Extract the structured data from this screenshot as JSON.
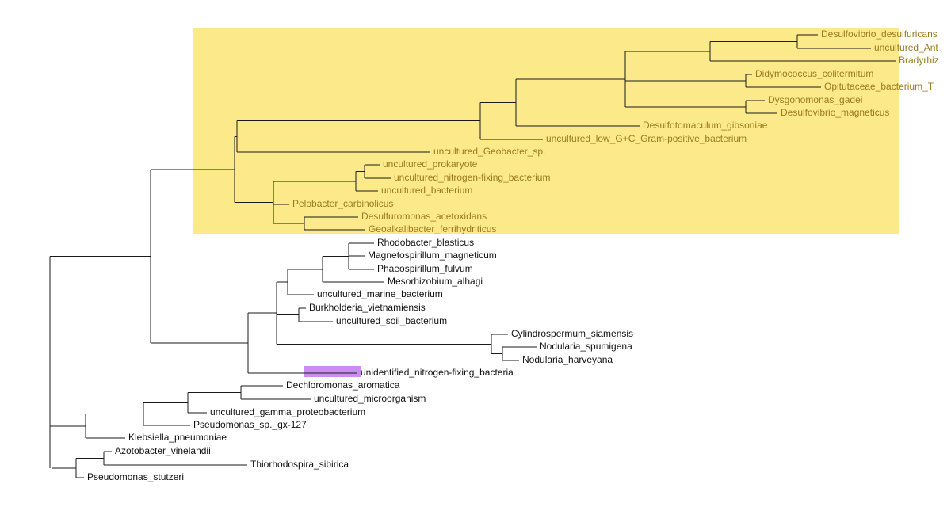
{
  "colors": {
    "highlight_clade_bg": "#fce98a",
    "highlight_clade_text": "#9a7b1d",
    "highlight_clade_line": "#9a7b1d",
    "query_marker": "#c98ef0",
    "text": "#111111",
    "line": "#1a1a1a"
  },
  "leaves": [
    {
      "id": "L1",
      "label": "Desulfovibrio_desulfuricans",
      "clade": "highlight"
    },
    {
      "id": "L2",
      "label": "uncultured_Ant",
      "clade": "highlight"
    },
    {
      "id": "L3",
      "label": "Bradyrhiz",
      "clade": "highlight"
    },
    {
      "id": "L4",
      "label": "Didymococcus_colitermitum",
      "clade": "highlight"
    },
    {
      "id": "L5",
      "label": "Opitutaceae_bacterium_T",
      "clade": "highlight"
    },
    {
      "id": "L6",
      "label": "Dysgonomonas_gadei",
      "clade": "highlight"
    },
    {
      "id": "L7",
      "label": "Desulfovibrio_magneticus",
      "clade": "highlight"
    },
    {
      "id": "L8",
      "label": "Desulfotomaculum_gibsoniae",
      "clade": "highlight"
    },
    {
      "id": "L9",
      "label": "uncultured_low_G+C_Gram-positive_bacterium",
      "clade": "highlight"
    },
    {
      "id": "L10",
      "label": "uncultured_Geobacter_sp.",
      "clade": "highlight"
    },
    {
      "id": "L11",
      "label": "uncultured_prokaryote",
      "clade": "highlight"
    },
    {
      "id": "L12",
      "label": "uncultured_nitrogen-fixing_bacterium",
      "clade": "highlight"
    },
    {
      "id": "L13",
      "label": "uncultured_bacterium",
      "clade": "highlight"
    },
    {
      "id": "L14",
      "label": "Pelobacter_carbinolicus",
      "clade": "highlight"
    },
    {
      "id": "L15",
      "label": "Desulfuromonas_acetoxidans",
      "clade": "highlight"
    },
    {
      "id": "L16",
      "label": "Geoalkalibacter_ferrihydriticus",
      "clade": "highlight"
    },
    {
      "id": "L17",
      "label": "Rhodobacter_blasticus",
      "clade": "normal"
    },
    {
      "id": "L18",
      "label": "Magnetospirillum_magneticum",
      "clade": "normal"
    },
    {
      "id": "L19",
      "label": "Phaeospirillum_fulvum",
      "clade": "normal"
    },
    {
      "id": "L20",
      "label": "Mesorhizobium_alhagi",
      "clade": "normal"
    },
    {
      "id": "L21",
      "label": "uncultured_marine_bacterium",
      "clade": "normal"
    },
    {
      "id": "L22",
      "label": "Burkholderia_vietnamiensis",
      "clade": "normal"
    },
    {
      "id": "L23",
      "label": "uncultured_soil_bacterium",
      "clade": "normal"
    },
    {
      "id": "L24",
      "label": "Cylindrospermum_siamensis",
      "clade": "normal"
    },
    {
      "id": "L25",
      "label": "Nodularia_spumigena",
      "clade": "normal"
    },
    {
      "id": "L26",
      "label": "Nodularia_harveyana",
      "clade": "normal"
    },
    {
      "id": "L27",
      "label": "unidentified_nitrogen-fixing_bacteria",
      "clade": "query"
    },
    {
      "id": "L28",
      "label": "Dechloromonas_aromatica",
      "clade": "normal"
    },
    {
      "id": "L29",
      "label": "uncultured_microorganism",
      "clade": "normal"
    },
    {
      "id": "L30",
      "label": "uncultured_gamma_proteobacterium",
      "clade": "normal"
    },
    {
      "id": "L31",
      "label": "Pseudomonas_sp._gx-127",
      "clade": "normal"
    },
    {
      "id": "L32",
      "label": "Klebsiella_pneumoniae",
      "clade": "normal"
    },
    {
      "id": "L33",
      "label": "Azotobacter_vinelandii",
      "clade": "normal"
    },
    {
      "id": "L34",
      "label": "Thiorhodospira_sibirica",
      "clade": "normal"
    },
    {
      "id": "L35",
      "label": "Pseudomonas_stutzeri",
      "clade": "normal"
    }
  ]
}
